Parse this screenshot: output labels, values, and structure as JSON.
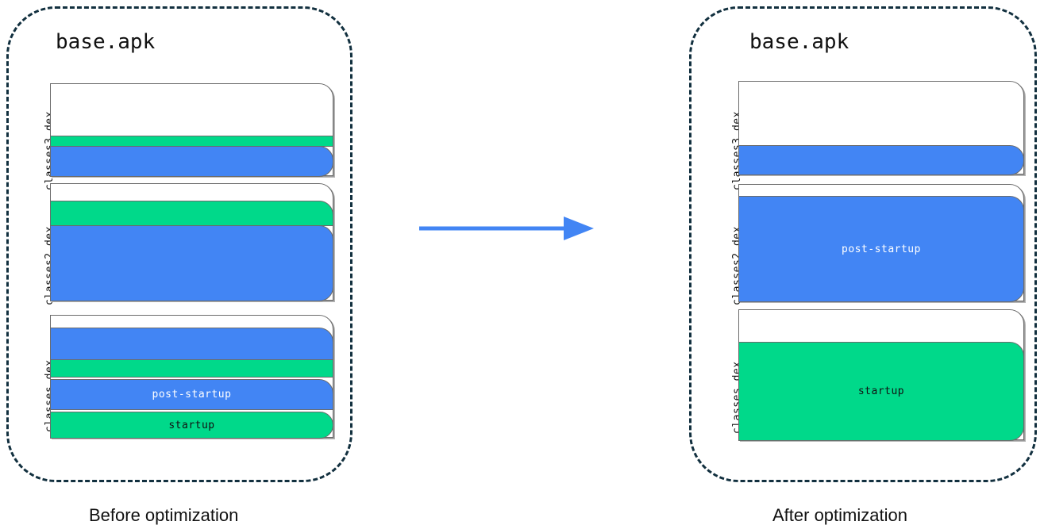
{
  "diagram": {
    "title_icon": "apk-package",
    "accent_blue": "#4285f4",
    "accent_green": "#00d98a",
    "panel_border_color": "#12303f",
    "arrow_color": "#4285f4"
  },
  "panels": [
    {
      "id": "before",
      "apk_title": "base.apk",
      "caption": "Before optimization",
      "dex_files": [
        {
          "label": "classes3.dex",
          "segments": [
            {
              "kind": "empty",
              "text": "",
              "height_pct": 56
            },
            {
              "kind": "green",
              "text": "",
              "height_pct": 11
            },
            {
              "kind": "blue",
              "text": "",
              "height_pct": 33
            }
          ]
        },
        {
          "label": "classes2.dex",
          "segments": [
            {
              "kind": "empty",
              "text": "",
              "height_pct": 15
            },
            {
              "kind": "green",
              "text": "",
              "height_pct": 20
            },
            {
              "kind": "blue",
              "text": "",
              "height_pct": 65
            }
          ]
        },
        {
          "label": "classes.dex",
          "segments": [
            {
              "kind": "empty",
              "text": "",
              "height_pct": 10
            },
            {
              "kind": "blue",
              "text": "",
              "height_pct": 26
            },
            {
              "kind": "green",
              "text": "",
              "height_pct": 14
            },
            {
              "kind": "blue",
              "text": "post-startup",
              "height_pct": 25
            },
            {
              "kind": "green",
              "text": "startup",
              "height_pct": 21
            }
          ]
        }
      ]
    },
    {
      "id": "after",
      "apk_title": "base.apk",
      "caption": "After optimization",
      "dex_files": [
        {
          "label": "classes3.dex",
          "segments": [
            {
              "kind": "empty",
              "text": "",
              "height_pct": 69
            },
            {
              "kind": "blue",
              "text": "",
              "height_pct": 31
            }
          ]
        },
        {
          "label": "classes2.dex",
          "segments": [
            {
              "kind": "empty",
              "text": "",
              "height_pct": 10
            },
            {
              "kind": "blue",
              "text": "post-startup",
              "height_pct": 90
            }
          ]
        },
        {
          "label": "classes.dex",
          "segments": [
            {
              "kind": "empty",
              "text": "",
              "height_pct": 25
            },
            {
              "kind": "green",
              "text": "startup",
              "height_pct": 75
            }
          ]
        }
      ]
    }
  ],
  "arrow": {
    "name": "transition-arrow",
    "direction": "right"
  }
}
